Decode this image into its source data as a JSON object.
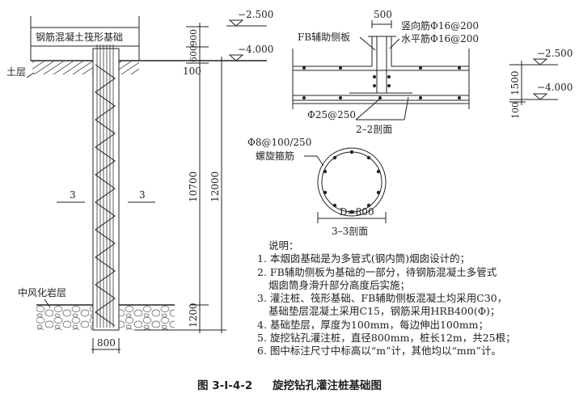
{
  "elevation": {
    "top": "−2.500",
    "bottom": "−4.000"
  },
  "main_view": {
    "raft_label": "钢筋混凝土筏形基础",
    "soil_label": "土层",
    "rock_label": "中风化岩层",
    "section_mark": "3",
    "dims": {
      "d900": "900",
      "d600": "600",
      "d100": "100",
      "d10700": "10700",
      "d12000": "12000",
      "d1200": "1200",
      "d800": "800"
    }
  },
  "section_2_2": {
    "width_dim": "500",
    "vertical_bar": "竖向筋Φ16@200",
    "horizontal_bar": "水平筋Φ16@200",
    "fb_label": "FB辅助侧板",
    "bottom_bar": "Φ25@250",
    "title": "2–2剖面",
    "dim_1500": "1500",
    "dim_100": "100"
  },
  "section_3_3": {
    "stirrup_spec": "Φ8@100/250",
    "stirrup_label": "螺旋箍筋",
    "diameter": "D=800",
    "title": "3–3剖面"
  },
  "notes": {
    "heading": "说明：",
    "lines": [
      "1. 本烟囱基础是为多管式(钢内筒)烟囱设计的；",
      "2. FB辅助侧板为基础的一部分，待钢筋混凝土多管式",
      "烟囱筒身滑升部分高度后实施；",
      "3. 灌注桩、筏形基础、FB辅助侧板混凝土均采用C30，",
      "基础垫层混凝土采用C15，钢筋采用HRB400(Φ)；",
      "4. 基础垫层，厚度为100mm，每边伸出100mm；",
      "5. 旋挖钻孔灌注桩，直径800mm，桩长12m，共25根；",
      "6. 图中标注尺寸中标高以“m”计，其他均以“mm”计。"
    ]
  },
  "caption": {
    "number": "图 3-Ⅰ-4-2",
    "title": "旋挖钻孔灌注桩基础图"
  }
}
